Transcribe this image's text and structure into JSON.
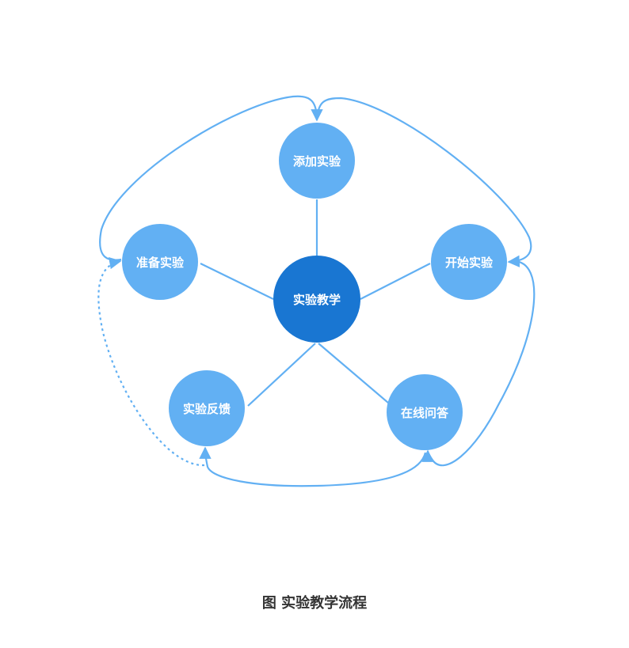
{
  "colors": {
    "outer_node": "#62b0f3",
    "center_node": "#1976d2",
    "edge": "#62b0f3",
    "node_text": "#ffffff",
    "caption_text": "#333333"
  },
  "center": {
    "label": "实验教学"
  },
  "nodes": [
    {
      "id": "add",
      "label": "添加实验"
    },
    {
      "id": "start",
      "label": "开始实验"
    },
    {
      "id": "qa",
      "label": "在线问答"
    },
    {
      "id": "feedback",
      "label": "实验反馈"
    },
    {
      "id": "prepare",
      "label": "准备实验"
    }
  ],
  "edges": [
    {
      "from": "实验教学",
      "to": "添加实验",
      "style": "solid",
      "type": "spoke"
    },
    {
      "from": "实验教学",
      "to": "开始实验",
      "style": "solid",
      "type": "spoke"
    },
    {
      "from": "实验教学",
      "to": "在线问答",
      "style": "solid",
      "type": "spoke"
    },
    {
      "from": "实验教学",
      "to": "实验反馈",
      "style": "solid",
      "type": "spoke"
    },
    {
      "from": "实验教学",
      "to": "准备实验",
      "style": "solid",
      "type": "spoke"
    },
    {
      "from": "准备实验",
      "to": "添加实验",
      "style": "solid",
      "type": "cycle-arrow"
    },
    {
      "from": "添加实验",
      "to": "开始实验",
      "style": "solid",
      "type": "cycle-arrow"
    },
    {
      "from": "开始实验",
      "to": "在线问答",
      "style": "solid",
      "type": "cycle-arrow"
    },
    {
      "from": "在线问答",
      "to": "实验反馈",
      "style": "solid",
      "type": "cycle-arrow"
    },
    {
      "from": "实验反馈",
      "to": "准备实验",
      "style": "dashed",
      "type": "cycle-arrow"
    }
  ],
  "caption": "图 实验教学流程"
}
